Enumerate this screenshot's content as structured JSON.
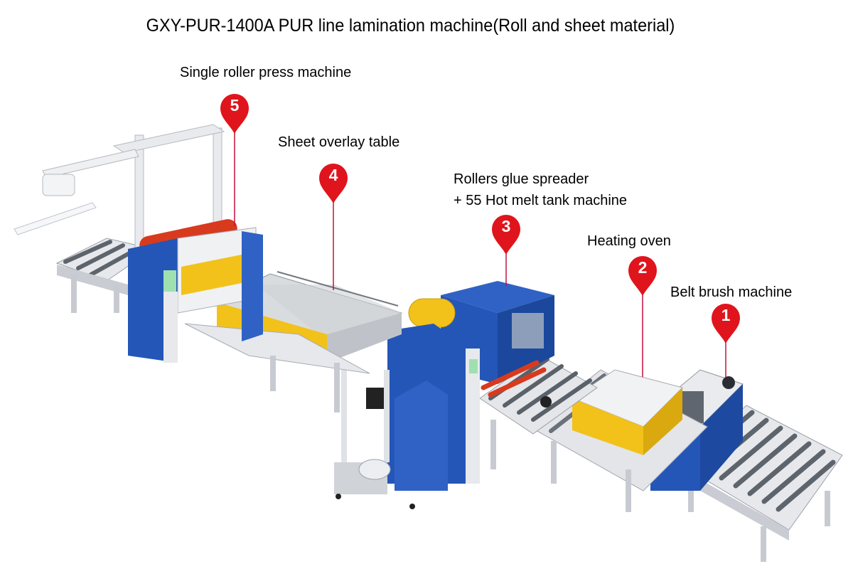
{
  "title": "GXY-PUR-1400A PUR line lamination machine(Roll and sheet material)",
  "callouts": [
    {
      "number": "5",
      "label": "Single roller press machine"
    },
    {
      "number": "4",
      "label": "Sheet overlay table"
    },
    {
      "number": "3",
      "label_line1": "Rollers glue spreader",
      "label_line2": "+ 55 Hot melt tank machine"
    },
    {
      "number": "2",
      "label": "Heating oven"
    },
    {
      "number": "1",
      "label": "Belt brush machine"
    }
  ],
  "colors": {
    "pin": "#e0141c",
    "leader": "#c4113c",
    "machine_blue": "#2456b8",
    "panel_yellow": "#f2c21a",
    "roller_red": "#d83a1e",
    "frame_gray": "#d6d9de"
  }
}
